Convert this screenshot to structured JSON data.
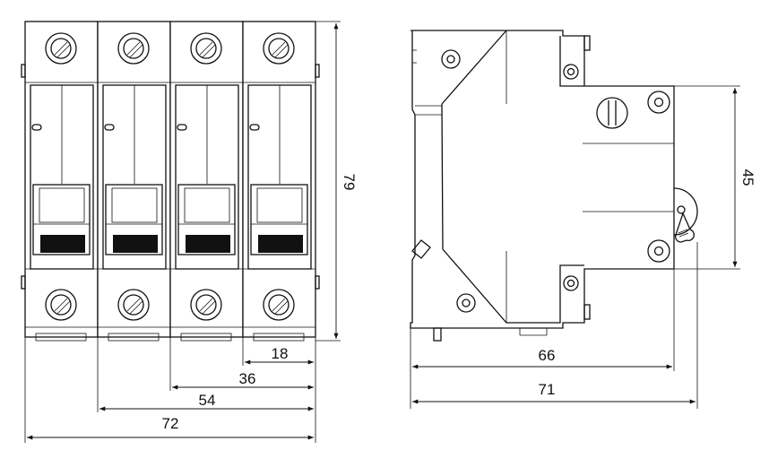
{
  "dimensions": {
    "height_front": "79",
    "pole_width_1": "18",
    "pole_width_2": "36",
    "pole_width_3": "54",
    "pole_width_4": "72",
    "side_depth_inner": "66",
    "side_depth_total": "71",
    "side_terminal_height": "45"
  }
}
